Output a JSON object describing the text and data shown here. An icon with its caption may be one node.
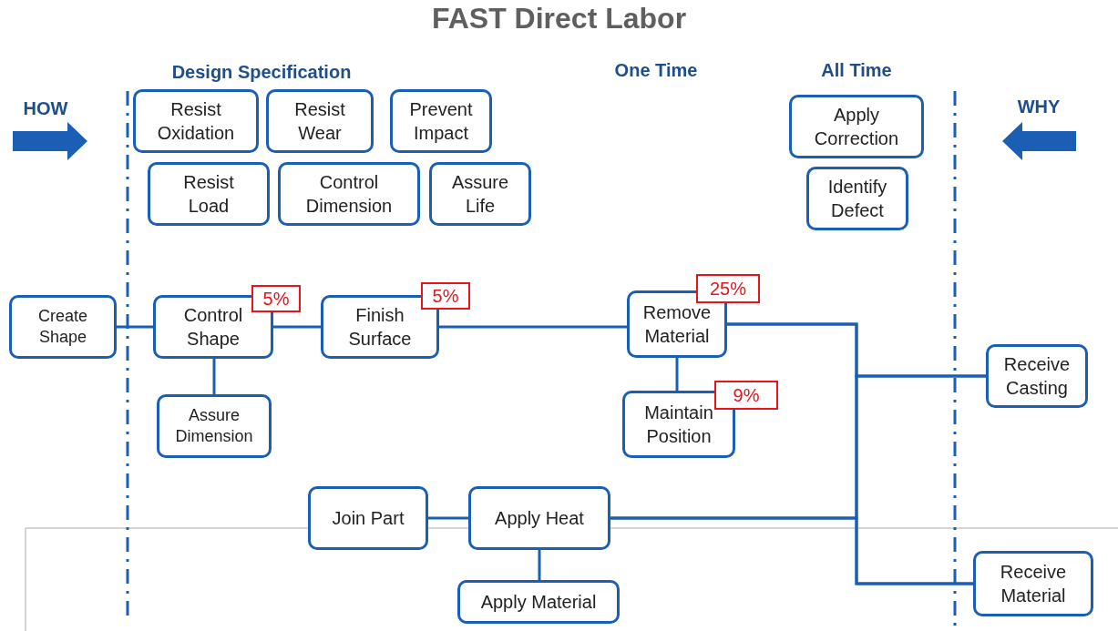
{
  "diagram": {
    "title": "FAST Direct Labor",
    "nodes": [
      {
        "text": [
          "Resist Oxidation"
        ]
      },
      {
        "text": [
          "Resist Wear"
        ]
      },
      {
        "text": [
          "Prevent Impact"
        ]
      },
      {
        "text": [
          "Resist Load"
        ]
      },
      {
        "text": [
          "Control Dimension"
        ]
      },
      {
        "text": [
          "Assure Life"
        ]
      },
      {
        "text": [
          "Apply Correction"
        ]
      },
      {
        "text": [
          "Identify Defect"
        ]
      },
      {
        "text": [
          "Create Shape"
        ]
      },
      {
        "text": [
          "Control Shape"
        ],
        "beside": [
          "5%"
        ]
      },
      {
        "text": [
          "Finish Surface"
        ],
        "beside": [
          "5%"
        ]
      },
      {
        "text": [
          "Remove Material"
        ],
        "beside": [
          "25%"
        ]
      },
      {
        "text": [
          "Assure Dimension"
        ]
      },
      {
        "text": [
          "Maintain Position"
        ],
        "beside": [
          "9%"
        ]
      },
      {
        "text": [
          "Receive Casting"
        ]
      },
      {
        "text": [
          "Join Part"
        ]
      },
      {
        "text": [
          "Apply Heat"
        ]
      },
      {
        "text": [
          "Apply Material"
        ]
      },
      {
        "text": [
          "Receive Material"
        ]
      }
    ],
    "edges": [
      {
        "from": 8,
        "to": 9,
        "arrow": "none"
      },
      {
        "from": 9,
        "to": 10,
        "arrow": "none"
      },
      {
        "from": 10,
        "to": 11,
        "arrow": "none"
      },
      {
        "from": 9,
        "to": 12,
        "arrow": "none"
      },
      {
        "from": 11,
        "to": 13,
        "arrow": "none"
      },
      {
        "from": 11,
        "to": 14,
        "arrow": "none"
      },
      {
        "from": 11,
        "to": 18,
        "arrow": "none"
      },
      {
        "from": 15,
        "to": 16,
        "arrow": "none"
      },
      {
        "from": 16,
        "to": 17,
        "arrow": "none"
      },
      {
        "from": 16,
        "to": 14,
        "arrow": "none"
      },
      {
        "from": 16,
        "to": 18,
        "arrow": "none"
      }
    ],
    "labels": [
      "HOW",
      "Design Specification",
      "One Time",
      "All Time",
      "WHY"
    ]
  }
}
